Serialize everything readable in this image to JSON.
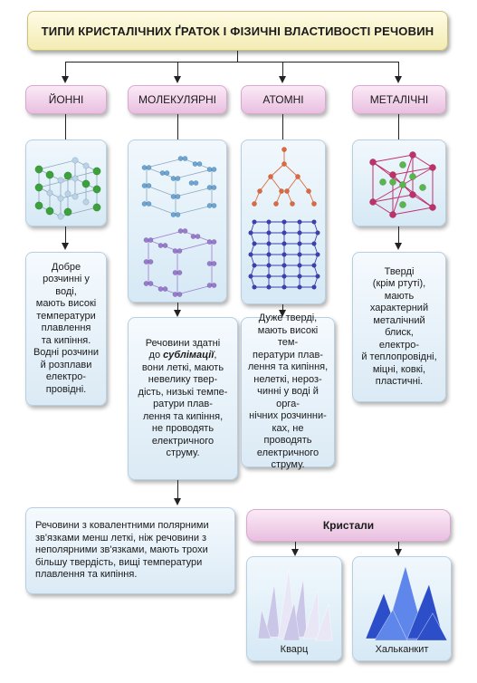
{
  "title": "ТИПИ КРИСТАЛІЧНИХ ҐРАТОК  І  ФІЗИЧНІ ВЛАСТИВОСТІ РЕЧОВИН",
  "categories": [
    {
      "label": "ЙОННІ"
    },
    {
      "label": "МОЛЕКУЛЯРНІ"
    },
    {
      "label": "АТОМНІ"
    },
    {
      "label": "МЕТАЛІЧНІ"
    }
  ],
  "descriptions": {
    "ionic": [
      "Добре",
      "розчинні у воді,",
      "мають високі",
      "температури",
      "плавлення",
      "та кипіння.",
      "Водні розчини",
      "й розплави",
      "електро-",
      "провідні."
    ],
    "molecular": {
      "line1": "Речовини здатні",
      "line2_prefix": "до ",
      "line2_bold": "сублімації",
      "line2_suffix": ",",
      "rest": [
        "вони леткі, мають",
        "невелику твер-",
        "дість, низькі темпе-",
        "ратури плав-",
        "лення та кипіння,",
        "не проводять",
        "електричного",
        "струму."
      ]
    },
    "atomic": [
      "Дуже тверді,",
      "мають високі  тем-",
      "ператури плав-",
      "лення та кипіння,",
      "нелеткі, нероз-",
      "чинні у воді й орга-",
      "нічних розчинни-",
      "ках, не проводять",
      "електричного",
      "струму."
    ],
    "metallic": [
      "Тверді",
      "(крім ртуті),",
      "мають",
      "характерний",
      "металічний блиск,",
      "електро-",
      "й теплопровідні,",
      "міцні, ковкі,",
      "пластичні."
    ]
  },
  "covalent_note": [
    "Речовини з ковалентними полярними",
    "зв'язками менш леткі, ніж речовини з",
    "неполярними зв'язками, мають трохи",
    "більшу твердість, вищі температури",
    "плавлення та кипіння."
  ],
  "crystals": {
    "heading": "Кристали",
    "items": [
      {
        "label": "Кварц",
        "color": "#c9c6e8"
      },
      {
        "label": "Хальканкит",
        "color": "#2c4fc9"
      }
    ]
  },
  "colors": {
    "ion_green": "#3aa23a",
    "ion_light": "#b9d4ea",
    "molecule_blue": "#6aa6d6",
    "molecule_violet": "#9a7ad0",
    "atom_orange": "#e2683c",
    "atom_indigo": "#3b3fb5",
    "metal_red": "#c0306b",
    "metal_green": "#57b74a"
  }
}
